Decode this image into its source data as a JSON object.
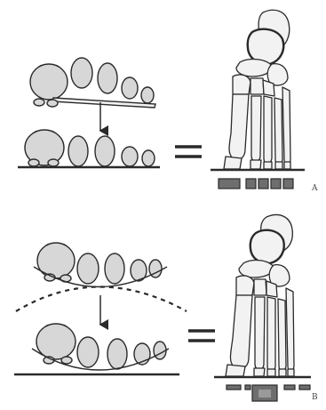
{
  "panels": [
    {
      "id": "A",
      "label": "A"
    },
    {
      "id": "B",
      "label": "B"
    }
  ],
  "colors": {
    "ink": "#2a2a2a",
    "bone_fill": "#d7d7d7",
    "bone_fill_light": "#f2f2f2",
    "pressure_fill": "#6e6e6e",
    "background": "#ffffff"
  }
}
